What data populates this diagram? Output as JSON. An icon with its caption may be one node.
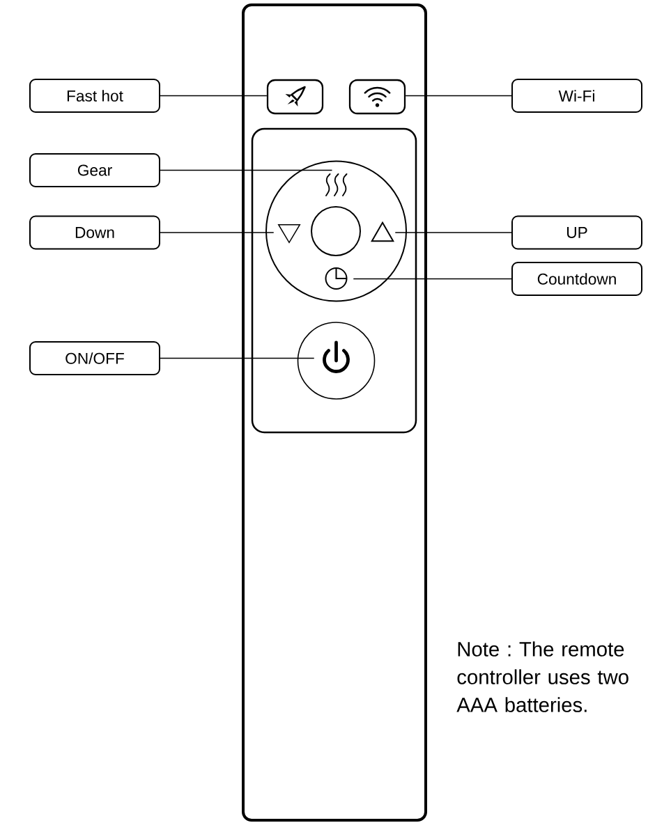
{
  "diagram": {
    "nodes": [
      {
        "text": [
          "Fast hot"
        ]
      },
      {
        "text": [],
        "shape": "box"
      },
      {
        "text": [],
        "shape": "box"
      },
      {
        "text": [
          "Wi-Fi"
        ]
      },
      {
        "text": [
          "Gear"
        ]
      },
      {
        "text": [],
        "shape": "picture"
      },
      {
        "text": [
          "Down"
        ]
      },
      {
        "text": [],
        "shape": "triangle"
      },
      {
        "text": [],
        "shape": "triangle"
      },
      {
        "text": [
          "UP"
        ]
      },
      {
        "text": [],
        "shape": "picture"
      },
      {
        "text": [
          "Countdown"
        ]
      },
      {
        "text": [
          "ON/OFF"
        ]
      },
      {
        "text": [],
        "shape": "picture"
      }
    ],
    "edges": [
      {
        "from": 0,
        "to": 1,
        "arrow": "none"
      },
      {
        "from": 3,
        "to": 2,
        "arrow": "none"
      },
      {
        "from": 4,
        "to": 5,
        "arrow": "none"
      },
      {
        "from": 6,
        "to": 7,
        "arrow": "none"
      },
      {
        "from": 9,
        "to": 8,
        "arrow": "none"
      },
      {
        "from": 11,
        "to": 10,
        "arrow": "none"
      },
      {
        "from": 12,
        "to": 13,
        "arrow": "none"
      }
    ],
    "labels": [
      "Note : The remote controller uses two AAA batteries."
    ]
  }
}
